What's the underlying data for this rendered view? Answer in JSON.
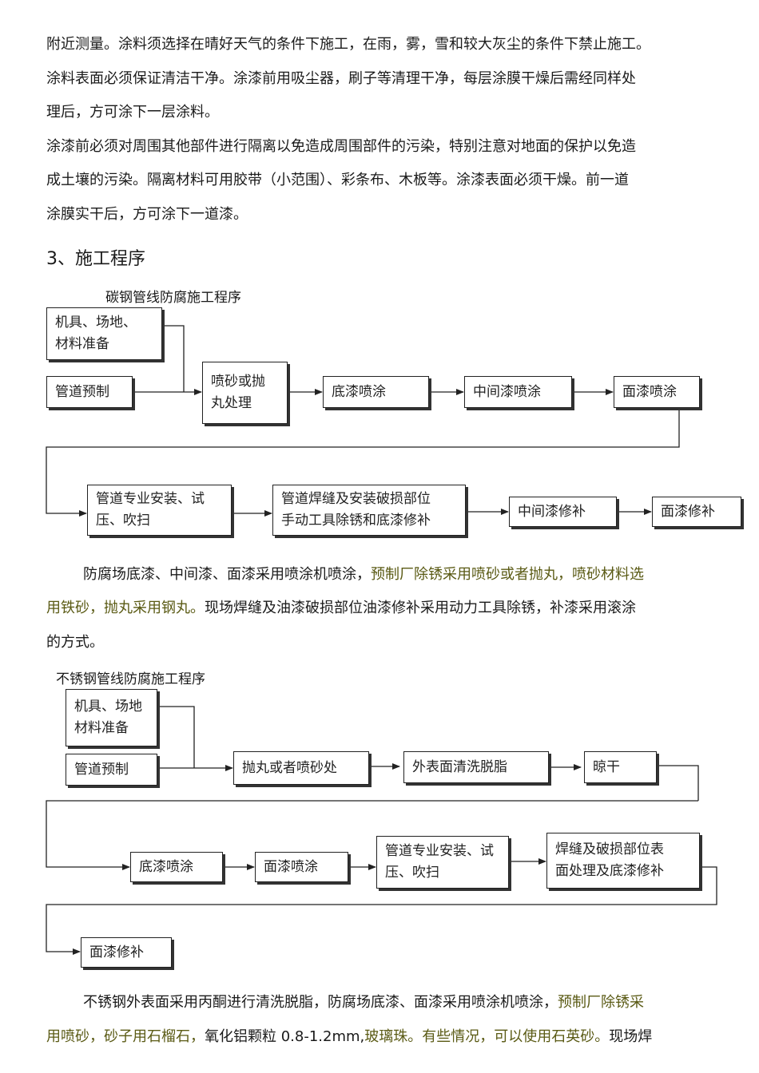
{
  "para1": {
    "l1": "附近测量。涂料须选择在晴好天气的条件下施工，在雨，雾，雪和较大灰尘的条件下禁止施工。",
    "l2": "涂料表面必须保证清洁干净。涂漆前用吸尘器，刷子等清理干净，每层涂膜干燥后需经同样处",
    "l3": "理后，方可涂下一层涂料。"
  },
  "para2": {
    "l1": "涂漆前必须对周围其他部件进行隔离以免造成周围部件的污染，特别注意对地面的保护以免造",
    "l2": "成土壤的污染。隔离材料可用胶带（小范围）、彩条布、木板等。涂漆表面必须干燥。前一道",
    "l3": "涂膜实干后，方可涂下一道漆。"
  },
  "section_heading": "3、施工程序",
  "flow1": {
    "title": "碳钢管线防腐施工程序",
    "boxes": {
      "prep": "机具、场地、\n材料准备",
      "prefab": "管道预制",
      "blast": "喷砂或抛\n丸处理",
      "primer": "底漆喷涂",
      "mid": "中间漆喷涂",
      "top": "面漆喷涂",
      "install": "管道专业安装、试\n压、吹扫",
      "weld": "管道焊缝及安装破损部位\n手动工具除锈和底漆修补",
      "mid_repair": "中间漆修补",
      "top_repair": "面漆修补"
    }
  },
  "para3": {
    "l1a": "防腐场底漆、中间漆、面漆采用喷涂机喷涂，",
    "l1b": "预制厂除锈采用喷砂或者抛丸，喷砂材料选",
    "l2a": "用铁砂，抛丸采用钢丸。",
    "l2b": "现场焊缝及油漆破损部位油漆修补采用动力工具除锈，补漆采用滚涂",
    "l3": "的方式。"
  },
  "flow2": {
    "title": "不锈钢管线防腐施工程序",
    "boxes": {
      "prep": "机具、场地\n材料准备",
      "prefab": "管道预制",
      "blast": "抛丸或者喷砂处",
      "clean": "外表面清洗脱脂",
      "dry": "晾干",
      "primer": "底漆喷涂",
      "top": "面漆喷涂",
      "install": "管道专业安装、试\n压、吹扫",
      "weld": "焊缝及破损部位表\n面处理及底漆修补",
      "top_repair": "面漆修补"
    }
  },
  "para4": {
    "l1a": "不锈钢外表面采用丙酮进行清洗脱脂，防腐场底漆、面漆采用喷涂机喷涂，",
    "l1b": "预制厂除锈采",
    "l2a": "用喷砂，砂子用石榴石，",
    "l2b": "氧化铝颗粒 0.8-1.2mm,",
    "l2c": "玻璃珠",
    "l2d": "。有些情况，可以使用石英砂。",
    "l2e": "现场焊"
  },
  "colors": {
    "highlight": "#5a5a14",
    "text": "#1a1a1a",
    "border": "#222222"
  }
}
